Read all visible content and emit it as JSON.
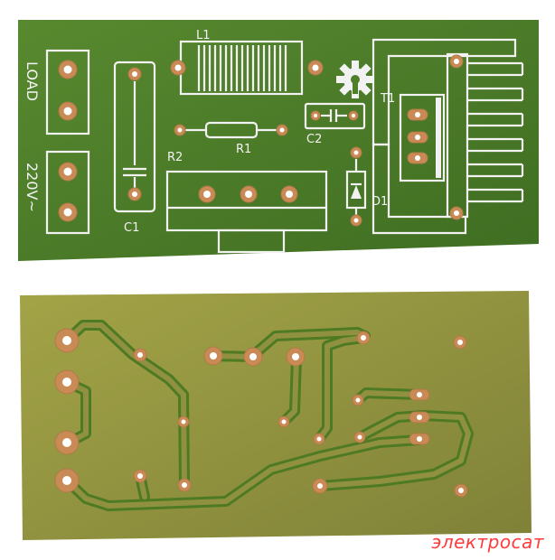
{
  "colors": {
    "top_board": "#4a7a2a",
    "bottom_board": "#8f9140",
    "silkscreen": "#f2f2f2",
    "copper_pad": "#c98a55",
    "watermark": "#ff3b3b"
  },
  "top_labels": {
    "l1": "L1",
    "load": "LOAD",
    "r2": "R2",
    "r1": "R1",
    "c2": "C2",
    "t1": "T1",
    "c1": "C1",
    "d1": "D1",
    "mains": "220V~"
  },
  "watermark": "электросат"
}
